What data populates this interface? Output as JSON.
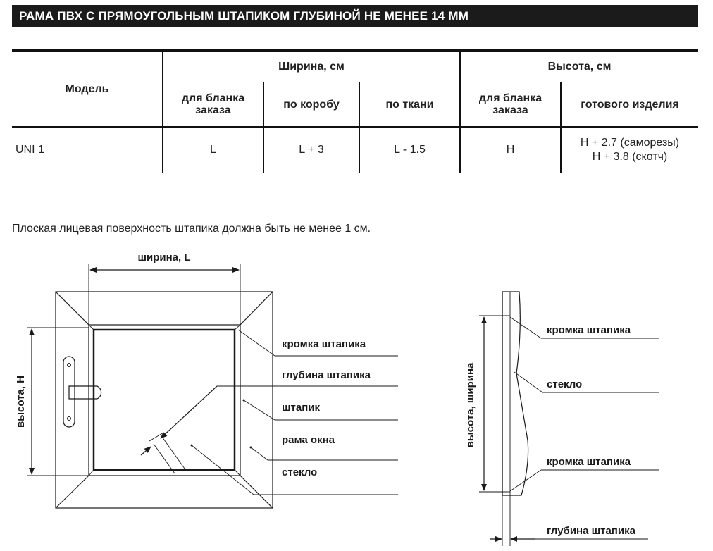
{
  "title": "РАМА ПВХ С ПРЯМОУГОЛЬНЫМ ШТАПИКОМ ГЛУБИНОЙ НЕ МЕНЕЕ 14 ММ",
  "table": {
    "model_header": "Модель",
    "width_header": "Ширина, см",
    "height_header": "Высота, см",
    "sub_headers": [
      "для бланка заказа",
      "по коробу",
      "по ткани",
      "для бланка заказа",
      "готового изделия"
    ],
    "rows": [
      {
        "model": "UNI 1",
        "w_order": "L",
        "w_box": "L + 3",
        "w_fabric": "L - 1.5",
        "h_order": "H",
        "h_ready_1": "H + 2.7 (саморезы)",
        "h_ready_2": "H + 3.8 (скотч)"
      }
    ]
  },
  "note": "Плоская лицевая поверхность штапика должна быть не менее 1 см.",
  "front_view": {
    "width_label": "ширина, L",
    "height_label": "высота, H",
    "callouts": [
      "кромка штапика",
      "глубина штапика",
      "штапик",
      "рама окна",
      "стекло"
    ]
  },
  "side_view": {
    "dimension_label": "высота, ширина",
    "callouts": [
      "кромка штапика",
      "стекло",
      "кромка штапика",
      "глубина штапика"
    ]
  }
}
